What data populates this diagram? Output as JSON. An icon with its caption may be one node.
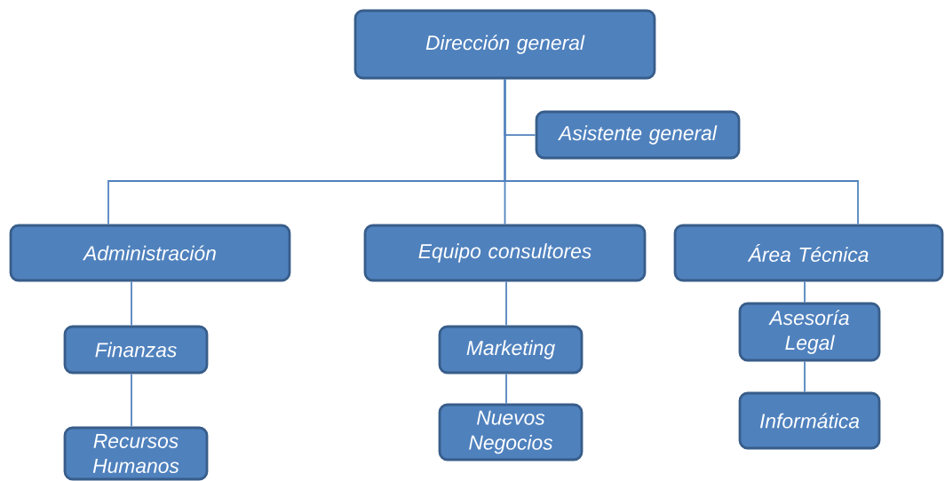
{
  "diagram": {
    "nodes": [
      {
        "text": [
          "Dirección general"
        ]
      },
      {
        "text": [
          "Asistente general"
        ]
      },
      {
        "text": [
          "Administración"
        ]
      },
      {
        "text": [
          "Equipo consultores"
        ]
      },
      {
        "text": [
          "Área Técnica"
        ]
      },
      {
        "text": [
          "Finanzas"
        ]
      },
      {
        "text": [
          "Recursos Humanos"
        ]
      },
      {
        "text": [
          "Marketing"
        ]
      },
      {
        "text": [
          "Nuevos Negocios"
        ]
      },
      {
        "text": [
          "Asesoría Legal"
        ]
      },
      {
        "text": [
          "Informática"
        ]
      }
    ],
    "edges": [
      {
        "from": 0,
        "to": 1,
        "arrow": "none"
      },
      {
        "from": 0,
        "to": 2,
        "arrow": "none"
      },
      {
        "from": 0,
        "to": 3,
        "arrow": "none"
      },
      {
        "from": 0,
        "to": 4,
        "arrow": "none"
      },
      {
        "from": 2,
        "to": 5,
        "arrow": "none"
      },
      {
        "from": 5,
        "to": 6,
        "arrow": "none"
      },
      {
        "from": 3,
        "to": 7,
        "arrow": "none"
      },
      {
        "from": 7,
        "to": 8,
        "arrow": "none"
      },
      {
        "from": 4,
        "to": 9,
        "arrow": "none"
      },
      {
        "from": 9,
        "to": 10,
        "arrow": "none"
      }
    ]
  }
}
